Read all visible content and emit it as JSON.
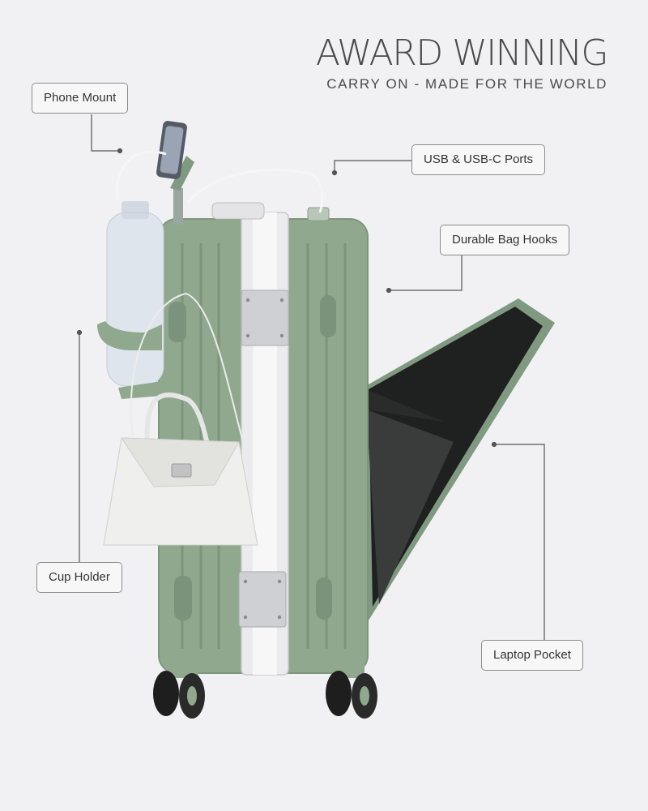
{
  "headline": {
    "title": "AWARD WINNING",
    "subtitle": "CARRY ON - MADE FOR THE WORLD"
  },
  "callouts": {
    "phone_mount": "Phone Mount",
    "usb_ports": "USB & USB-C Ports",
    "bag_hooks": "Durable Bag Hooks",
    "cup_holder": "Cup Holder",
    "laptop_pocket": "Laptop Pocket"
  },
  "colors": {
    "background": "#f1f1f3",
    "shell_green": "#8fa88e",
    "frame_silver": "#e8e8ea",
    "text_dark": "#4a4a4a"
  }
}
